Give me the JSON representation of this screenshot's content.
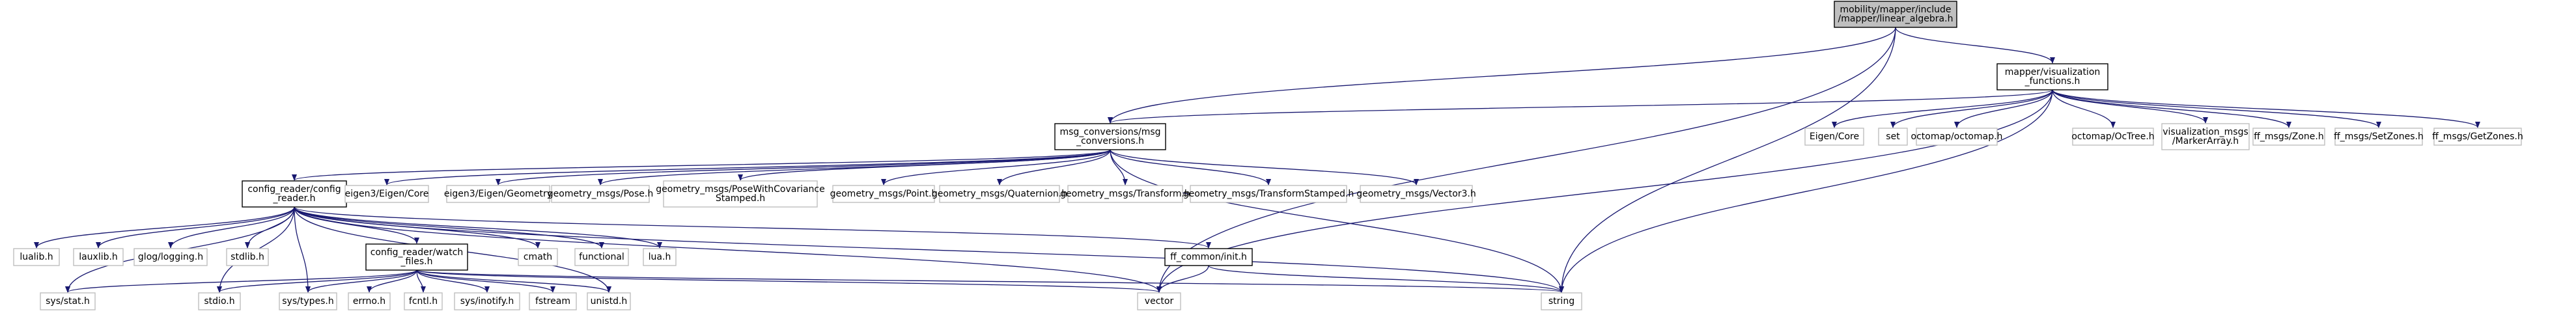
{
  "colors": {
    "root_fill": "#bfbfbf",
    "internal_fill": "#ffffff",
    "internal_border": "#000000",
    "external_fill": "#ffffff",
    "external_border": "#bfbfbf",
    "edge": "#191970"
  },
  "nodes": [
    {
      "id": "root",
      "kind": "root",
      "lines": [
        "mobility/mapper/include",
        "/mapper/linear_algebra.h"
      ]
    },
    {
      "id": "viz",
      "kind": "internal",
      "lines": [
        "mapper/visualization",
        "_functions.h"
      ]
    },
    {
      "id": "msgconv",
      "kind": "internal",
      "lines": [
        "msg_conversions/msg",
        "_conversions.h"
      ]
    },
    {
      "id": "cfgreader",
      "kind": "internal",
      "lines": [
        "config_reader/config",
        "_reader.h"
      ]
    },
    {
      "id": "watch",
      "kind": "internal",
      "lines": [
        "config_reader/watch",
        "_files.h"
      ]
    },
    {
      "id": "ffinit",
      "kind": "internal",
      "lines": [
        "ff_common/init.h"
      ]
    },
    {
      "id": "eigencore",
      "kind": "external",
      "lines": [
        "Eigen/Core"
      ]
    },
    {
      "id": "set",
      "kind": "external",
      "lines": [
        "set"
      ]
    },
    {
      "id": "octomap",
      "kind": "external",
      "lines": [
        "octomap/octomap.h"
      ]
    },
    {
      "id": "octree",
      "kind": "external",
      "lines": [
        "octomap/OcTree.h"
      ]
    },
    {
      "id": "vizmsgs",
      "kind": "external",
      "lines": [
        "visualization_msgs",
        "/MarkerArray.h"
      ]
    },
    {
      "id": "zone",
      "kind": "external",
      "lines": [
        "ff_msgs/Zone.h"
      ]
    },
    {
      "id": "setzones",
      "kind": "external",
      "lines": [
        "ff_msgs/SetZones.h"
      ]
    },
    {
      "id": "getzones",
      "kind": "external",
      "lines": [
        "ff_msgs/GetZones.h"
      ]
    },
    {
      "id": "e3core",
      "kind": "external",
      "lines": [
        "eigen3/Eigen/Core"
      ]
    },
    {
      "id": "e3geom",
      "kind": "external",
      "lines": [
        "eigen3/Eigen/Geometry"
      ]
    },
    {
      "id": "gpose",
      "kind": "external",
      "lines": [
        "geometry_msgs/Pose.h"
      ]
    },
    {
      "id": "gposecov",
      "kind": "external",
      "lines": [
        "geometry_msgs/PoseWithCovariance",
        "Stamped.h"
      ]
    },
    {
      "id": "gpoint",
      "kind": "external",
      "lines": [
        "geometry_msgs/Point.h"
      ]
    },
    {
      "id": "gquat",
      "kind": "external",
      "lines": [
        "geometry_msgs/Quaternion.h"
      ]
    },
    {
      "id": "gtrans",
      "kind": "external",
      "lines": [
        "geometry_msgs/Transform.h"
      ]
    },
    {
      "id": "gtransst",
      "kind": "external",
      "lines": [
        "geometry_msgs/TransformStamped.h"
      ]
    },
    {
      "id": "gvec3",
      "kind": "external",
      "lines": [
        "geometry_msgs/Vector3.h"
      ]
    },
    {
      "id": "lualib",
      "kind": "external",
      "lines": [
        "lualib.h"
      ]
    },
    {
      "id": "lauxlib",
      "kind": "external",
      "lines": [
        "lauxlib.h"
      ]
    },
    {
      "id": "glog",
      "kind": "external",
      "lines": [
        "glog/logging.h"
      ]
    },
    {
      "id": "stdlib",
      "kind": "external",
      "lines": [
        "stdlib.h"
      ]
    },
    {
      "id": "cmath",
      "kind": "external",
      "lines": [
        "cmath"
      ]
    },
    {
      "id": "functional",
      "kind": "external",
      "lines": [
        "functional"
      ]
    },
    {
      "id": "lua",
      "kind": "external",
      "lines": [
        "lua.h"
      ]
    },
    {
      "id": "sysstat",
      "kind": "external",
      "lines": [
        "sys/stat.h"
      ]
    },
    {
      "id": "stdio",
      "kind": "external",
      "lines": [
        "stdio.h"
      ]
    },
    {
      "id": "systypes",
      "kind": "external",
      "lines": [
        "sys/types.h"
      ]
    },
    {
      "id": "errno",
      "kind": "external",
      "lines": [
        "errno.h"
      ]
    },
    {
      "id": "fcntl",
      "kind": "external",
      "lines": [
        "fcntl.h"
      ]
    },
    {
      "id": "sysinotify",
      "kind": "external",
      "lines": [
        "sys/inotify.h"
      ]
    },
    {
      "id": "fstream",
      "kind": "external",
      "lines": [
        "fstream"
      ]
    },
    {
      "id": "unistd",
      "kind": "external",
      "lines": [
        "unistd.h"
      ]
    },
    {
      "id": "vector",
      "kind": "external",
      "lines": [
        "vector"
      ]
    },
    {
      "id": "string",
      "kind": "external",
      "lines": [
        "string"
      ]
    }
  ],
  "edges": [
    [
      "root",
      "viz"
    ],
    [
      "root",
      "msgconv"
    ],
    [
      "root",
      "vector"
    ],
    [
      "root",
      "string"
    ],
    [
      "viz",
      "msgconv"
    ],
    [
      "viz",
      "eigencore"
    ],
    [
      "viz",
      "set"
    ],
    [
      "viz",
      "octomap"
    ],
    [
      "viz",
      "octree"
    ],
    [
      "viz",
      "vizmsgs"
    ],
    [
      "viz",
      "zone"
    ],
    [
      "viz",
      "setzones"
    ],
    [
      "viz",
      "getzones"
    ],
    [
      "viz",
      "vector"
    ],
    [
      "viz",
      "string"
    ],
    [
      "msgconv",
      "cfgreader"
    ],
    [
      "msgconv",
      "e3core"
    ],
    [
      "msgconv",
      "e3geom"
    ],
    [
      "msgconv",
      "gpose"
    ],
    [
      "msgconv",
      "gposecov"
    ],
    [
      "msgconv",
      "gpoint"
    ],
    [
      "msgconv",
      "gquat"
    ],
    [
      "msgconv",
      "gtrans"
    ],
    [
      "msgconv",
      "gtransst"
    ],
    [
      "msgconv",
      "gvec3"
    ],
    [
      "msgconv",
      "string"
    ],
    [
      "cfgreader",
      "lualib"
    ],
    [
      "cfgreader",
      "lauxlib"
    ],
    [
      "cfgreader",
      "glog"
    ],
    [
      "cfgreader",
      "stdlib"
    ],
    [
      "cfgreader",
      "cmath"
    ],
    [
      "cfgreader",
      "functional"
    ],
    [
      "cfgreader",
      "lua"
    ],
    [
      "cfgreader",
      "watch"
    ],
    [
      "cfgreader",
      "ffinit"
    ],
    [
      "cfgreader",
      "sysstat"
    ],
    [
      "cfgreader",
      "stdio"
    ],
    [
      "cfgreader",
      "systypes"
    ],
    [
      "cfgreader",
      "unistd"
    ],
    [
      "cfgreader",
      "vector"
    ],
    [
      "cfgreader",
      "string"
    ],
    [
      "watch",
      "sysstat"
    ],
    [
      "watch",
      "stdio"
    ],
    [
      "watch",
      "systypes"
    ],
    [
      "watch",
      "errno"
    ],
    [
      "watch",
      "fcntl"
    ],
    [
      "watch",
      "sysinotify"
    ],
    [
      "watch",
      "fstream"
    ],
    [
      "watch",
      "unistd"
    ],
    [
      "watch",
      "vector"
    ],
    [
      "watch",
      "string"
    ],
    [
      "ffinit",
      "vector"
    ],
    [
      "ffinit",
      "string"
    ]
  ]
}
